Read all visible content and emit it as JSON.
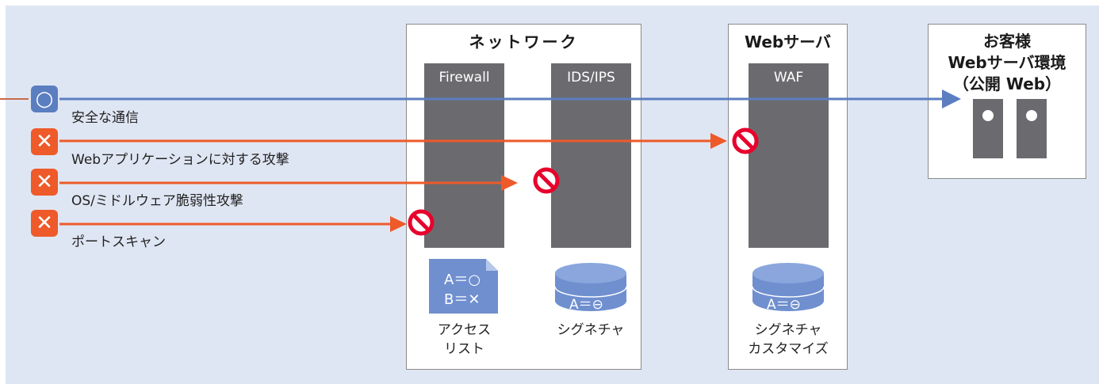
{
  "legend": [
    {
      "symbol": "○",
      "label": "安全な通信",
      "color": "#5b7ec1"
    },
    {
      "symbol": "✕",
      "label": "Webアプリケーションに対する攻撃",
      "color": "#ee5a2a"
    },
    {
      "symbol": "✕",
      "label": "OS/ミドルウェア脆弱性攻撃",
      "color": "#ee5a2a"
    },
    {
      "symbol": "✕",
      "label": "ポートスキャン",
      "color": "#ee5a2a"
    }
  ],
  "network": {
    "title": "ネットワーク",
    "firewall_label": "Firewall",
    "idsips_label": "IDS/IPS",
    "access_list": {
      "line1": "A＝○",
      "line2": "B＝✕",
      "caption": "アクセス\nリスト"
    },
    "signature": {
      "text": "A＝⊖",
      "caption": "シグネチャ"
    }
  },
  "webserver": {
    "title": "Webサーバ",
    "waf_label": "WAF",
    "signature": {
      "text": "A＝⊖",
      "caption": "シグネチャ\nカスタマイズ"
    }
  },
  "customer": {
    "title": "お客様\nWebサーバ環境\n（公開 Web）"
  },
  "colors": {
    "safe": "#5b7ec1",
    "attack": "#ee5a2a",
    "block": "#e8002d",
    "column": "#6b6b6f",
    "disk": "#6f8fcf"
  },
  "icons": [
    "circle-badge-icon",
    "cross-badge-icon",
    "no-entry-icon",
    "server-icon",
    "disk-icon",
    "document-icon"
  ]
}
